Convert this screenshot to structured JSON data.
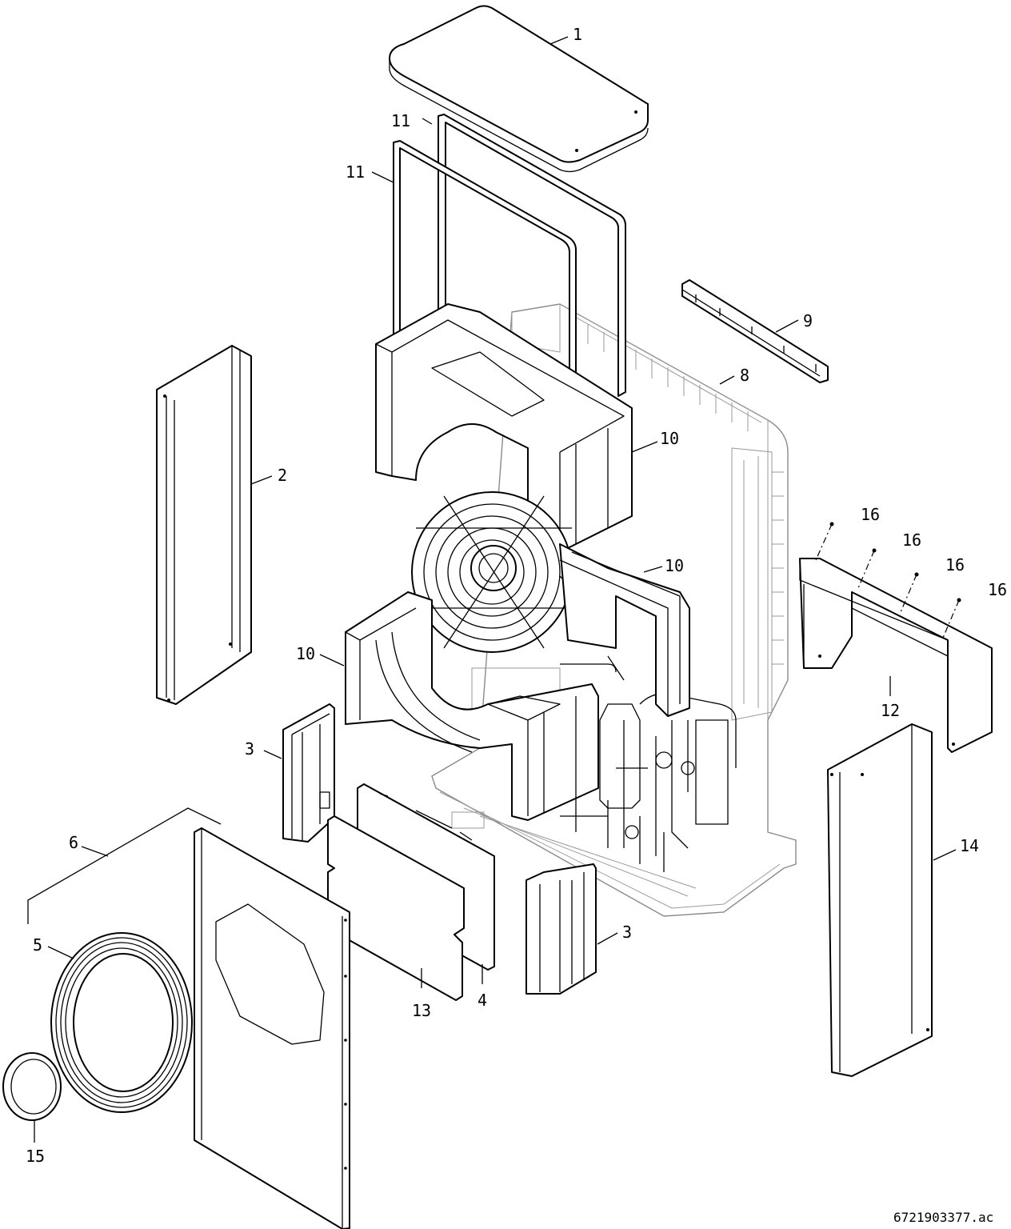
{
  "callouts": {
    "c1": "1",
    "c2": "2",
    "c3a": "3",
    "c3b": "3",
    "c4": "4",
    "c5": "5",
    "c6": "6",
    "c8": "8",
    "c9": "9",
    "c10a": "10",
    "c10b": "10",
    "c10c": "10",
    "c11a": "11",
    "c11b": "11",
    "c12": "12",
    "c13": "13",
    "c14": "14",
    "c15": "15",
    "c16a": "16",
    "c16b": "16",
    "c16c": "16",
    "c16d": "16"
  },
  "document_id": "6721903377.ac"
}
